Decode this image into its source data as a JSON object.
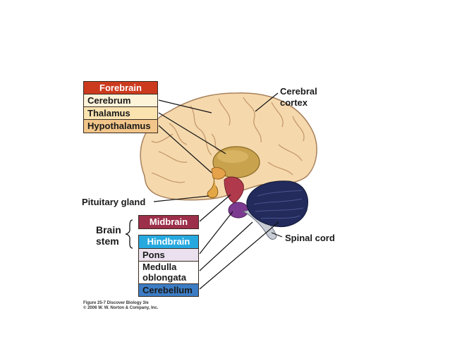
{
  "forebrain": {
    "header": "Forebrain",
    "items": [
      "Cerebrum",
      "Thalamus",
      "Hypothalamus"
    ]
  },
  "labels": {
    "cerebral_cortex": "Cerebral\ncortex",
    "pituitary_gland": "Pituitary gland",
    "brain_stem": "Brain\nstem",
    "spinal_cord": "Spinal cord"
  },
  "midbrain": {
    "header": "Midbrain"
  },
  "hindbrain": {
    "header": "Hindbrain",
    "items": [
      "Pons",
      "Medulla\noblongata",
      "Cerebellum"
    ]
  },
  "credit": {
    "line1": "Figure 25-7  Discover Biology 3/e",
    "line2": "© 2006 W. W. Norton & Company, Inc."
  },
  "colors": {
    "forebrain_header": "#cc3a1e",
    "cerebrum": "#fdf3d9",
    "thalamus": "#fbe3b0",
    "hypothalamus": "#f2c58a",
    "midbrain_header": "#9c2f4a",
    "hindbrain_header": "#27a9e0",
    "pons": "#eae0ee",
    "medulla": "#ffffff",
    "cerebellum": "#3c7cc4"
  }
}
